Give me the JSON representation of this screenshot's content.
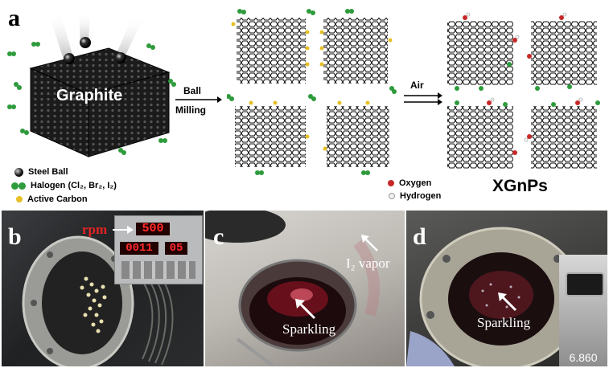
{
  "panels": {
    "a": {
      "letter": "a",
      "graphite_label": "Graphite",
      "step1_line1": "Ball",
      "step1_line2": "Milling",
      "step2_label": "Air",
      "product_label": "XGnPs",
      "legend_left": [
        {
          "label": "Steel Ball",
          "color": "#111111"
        },
        {
          "label": "Halogen (Cl₂, Br₂, I₂)",
          "color": "#2e9b3c"
        },
        {
          "label": "Active Carbon",
          "color": "#e6c024"
        }
      ],
      "legend_right": [
        {
          "label": "Oxygen",
          "color": "#c62828"
        },
        {
          "label": "Hydrogen",
          "color": "#eeeeee"
        }
      ]
    },
    "b": {
      "letter": "b",
      "rpm_label": "rpm",
      "display_rpm": "500",
      "display_time": "0011",
      "display_set": "05"
    },
    "c": {
      "letter": "c",
      "vapor_label": "I₂ vapor",
      "sparkling_label": "Sparkling"
    },
    "d": {
      "letter": "d",
      "sparkling_label": "Sparkling",
      "balance_reading": "6.860"
    }
  }
}
